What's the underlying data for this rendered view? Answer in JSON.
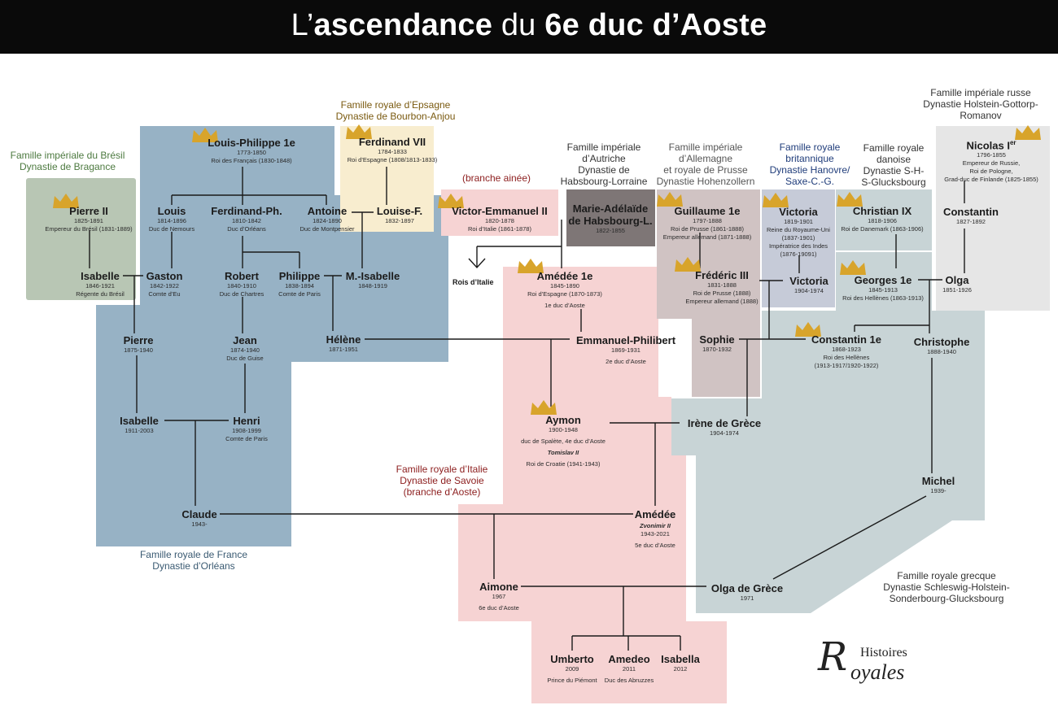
{
  "title": {
    "pre": "L’",
    "b1": "ascendance",
    "mid": " du ",
    "b2": "6e duc d’Aoste"
  },
  "colors": {
    "france": "#97b2c5",
    "bresil": "#b8c6b4",
    "espagne": "#f8edcf",
    "italie": "#f6d3d3",
    "autriche": "#7e7676",
    "allemagne": "#d0c3c3",
    "britannique": "#c6cbd8",
    "danoise": "#c8d4d6",
    "russe": "#e6e6e6",
    "grecque": "#c8d4d6",
    "label_france": "#3a5a72",
    "label_bresil": "#4d7a40",
    "label_espagne": "#7a5a10",
    "label_italie": "#8c1d1d",
    "label_brit": "#1f3c7a",
    "label_dark": "#333333",
    "crown": "#d8a42b"
  },
  "families": {
    "bresil": {
      "line1": "Famille impériale du Brésil",
      "line2": "Dynastie de Bragance"
    },
    "espagne": {
      "line1": "Famille royale d’Epsagne",
      "line2": "Dynastie de Bourbon-Anjou"
    },
    "branche_ainee": "(branche ainée)",
    "autriche": {
      "line1": "Famille impériale",
      "line2": "d’Autriche",
      "line3": "Dynastie de",
      "line4": "Habsbourg-Lorraine"
    },
    "allemagne": {
      "line1": "Famille impériale",
      "line2": "d’Allemagne",
      "line3": "et royale de Prusse",
      "line4": "Dynastie Hohenzollern"
    },
    "britannique": {
      "line1": "Famille royale",
      "line2": "britannique",
      "line3": "Dynastie Hanovre/",
      "line4": "Saxe-C.-G."
    },
    "danoise": {
      "line1": "Famille royale",
      "line2": "danoise",
      "line3": "Dynastie S-H-",
      "line4": "S-Glucksbourg"
    },
    "russe": {
      "line1": "Famille impériale russe",
      "line2": "Dynastie Holstein-Gottorp-",
      "line3": "Romanov"
    },
    "italie": {
      "line1": "Famille royale d’Italie",
      "line2": "Dynastie de Savoie",
      "line3": "(branche d’Aoste)"
    },
    "france": {
      "line1": "Famille royale de France",
      "line2": "Dynastie d’Orléans"
    },
    "grecque": {
      "line1": "Famille royale grecque",
      "line2": "Dynastie Schleswig-Holstein-",
      "line3": "Sonderbourg-Glucksbourg"
    }
  },
  "rois_italie": "Rois d’Italie",
  "persons": {
    "louis_philippe": {
      "name": "Louis-Philippe 1e",
      "d1": "1773-1850",
      "d2": "Roi des Français (1830-1848)"
    },
    "ferdinand_vii": {
      "name": "Ferdinand VII",
      "d1": "1784-1833",
      "d2": "Roi d’Espagne (1808/1813-1833)"
    },
    "pierre_ii": {
      "name": "Pierre II",
      "d1": "1825-1891",
      "d2": "Empereur du Brésil (1831-1889)"
    },
    "louis": {
      "name": "Louis",
      "d1": "1814-1896",
      "d2": "Duc de Nemours"
    },
    "ferdinand_ph": {
      "name": "Ferdinand-Ph.",
      "d1": "1810-1842",
      "d2": "Duc d’Orléans"
    },
    "antoine": {
      "name": "Antoine",
      "d1": "1824-1890",
      "d2": "Duc de Montpensier"
    },
    "louise_f": {
      "name": "Louise-F.",
      "d1": "1832-1897"
    },
    "victor_emmanuel": {
      "name": "Victor-Emmanuel II",
      "d1": "1820-1878",
      "d2": "Roi d’Italie (1861-1878)"
    },
    "marie_adelaide": {
      "name1": "Marie-Adélaïde",
      "name2": "de Habsbourg-L.",
      "d1": "1822-1855"
    },
    "guillaume": {
      "name": "Guillaume 1e",
      "d1": "1797-1888",
      "d2": "Roi de Prusse (1861-1888)",
      "d3": "Empereur allemand (1871-1888)"
    },
    "victoria_gb": {
      "name": "Victoria",
      "d1": "1819-1901",
      "d2": "Reine du Royaume-Uni",
      "d3": "(1837-1901)",
      "d4": "Impératrice des Indes",
      "d5": "(1876-19091)"
    },
    "christian_ix": {
      "name": "Christian IX",
      "d1": "1818-1906",
      "d2": "Roi de Danemark (1863-1906)"
    },
    "nicolas": {
      "name": "Nicolas I",
      "sup": "er",
      "d1": "1796-1855",
      "d2": "Empereur de Russie,",
      "d3": "Roi de Pologne,",
      "d4": "Grad-duc de Finlande (1825-1855)"
    },
    "constantin_r": {
      "name": "Constantin",
      "d1": "1827-1892"
    },
    "isabelle_br": {
      "name": "Isabelle",
      "d1": "1846-1921",
      "d2": "Régente du Brésil"
    },
    "gaston": {
      "name": "Gaston",
      "d1": "1842-1922",
      "d2": "Comte d’Eu"
    },
    "robert": {
      "name": "Robert",
      "d1": "1840-1910",
      "d2": "Duc de Chartres"
    },
    "philippe": {
      "name": "Philippe",
      "d1": "1838-1894",
      "d2": "Comte de Paris"
    },
    "m_isabelle": {
      "name": "M.-Isabelle",
      "d1": "1848-1919"
    },
    "amedee_1e": {
      "name": "Amédée 1e",
      "d1": "1845-1890",
      "d2": "Roi d’Espagne (1870-1873)",
      "d3": "1e duc d’Aoste"
    },
    "frederic_iii": {
      "name": "Frédéric III",
      "d1": "1831-1888",
      "d2": "Roi de Prusse (1888)",
      "d3": "Empereur allemand (1888)"
    },
    "victoria_de": {
      "name": "Victoria",
      "d1": "1904-1974"
    },
    "georges_1e": {
      "name": "Georges 1e",
      "d1": "1845-1913",
      "d2": "Roi des Hellènes (1863-1913)"
    },
    "olga_r": {
      "name": "Olga",
      "d1": "1851-1926"
    },
    "pierre_f": {
      "name": "Pierre",
      "d1": "1875-1940"
    },
    "jean": {
      "name": "Jean",
      "d1": "1874-1940",
      "d2": "Duc de Guise"
    },
    "helene": {
      "name": "Hélène",
      "d1": "1871-1951"
    },
    "emmanuel_philibert": {
      "name": "Emmanuel-Philibert",
      "d1": "1869-1931",
      "d2": "2e duc d’Aoste"
    },
    "sophie": {
      "name": "Sophie",
      "d1": "1870-1932"
    },
    "constantin_1e": {
      "name": "Constantin 1e",
      "d1": "1868-1923",
      "d2": "Roi des Hellènes",
      "d3": "(1913-1917/1920-1922)"
    },
    "christophe": {
      "name": "Christophe",
      "d1": "1888-1940"
    },
    "isabelle_f": {
      "name": "Isabelle",
      "d1": "1911-2003"
    },
    "henri": {
      "name": "Henri",
      "d1": "1908-1999",
      "d2": "Comte de Paris"
    },
    "aymon": {
      "name": "Aymon",
      "d1": "1900-1948",
      "d2": "duc de Spalète, 4e duc d’Aoste",
      "d3": "Tomislav II",
      "d4": "Roi de Croatie (1941-1943)"
    },
    "irene": {
      "name": "Irène de Grèce",
      "d1": "1904-1974"
    },
    "michel": {
      "name": "Michel",
      "d1": "1939-"
    },
    "claude": {
      "name": "Claude",
      "d1": "1943-"
    },
    "amedee": {
      "name": "Amédée",
      "d1": "Zvonimir II",
      "d2": "1943-2021",
      "d3": "5e duc d’Aoste"
    },
    "aimone": {
      "name": "Aimone",
      "d1": "1967",
      "d2": "6e duc d’Aoste"
    },
    "olga_g": {
      "name": "Olga de Grèce",
      "d1": "1971"
    },
    "umberto": {
      "name": "Umberto",
      "d1": "2009",
      "d2": "Prince du Piémont"
    },
    "amedeo": {
      "name": "Amedeo",
      "d1": "2011",
      "d2": "Duc des Abruzzes"
    },
    "isabella": {
      "name": "Isabella",
      "d1": "2012"
    }
  },
  "crowns": [
    "louis-philippe",
    "ferdinand-vii",
    "pierre-ii",
    "victor-emmanuel",
    "amedee-1e",
    "guillaume",
    "frederic-iii",
    "victoria-gb",
    "christian-ix",
    "georges-1e",
    "nicolas",
    "constantin-1e",
    "aymon"
  ],
  "watermark": {
    "big": "R",
    "small1": "Histoires",
    "small2": "oyales"
  }
}
